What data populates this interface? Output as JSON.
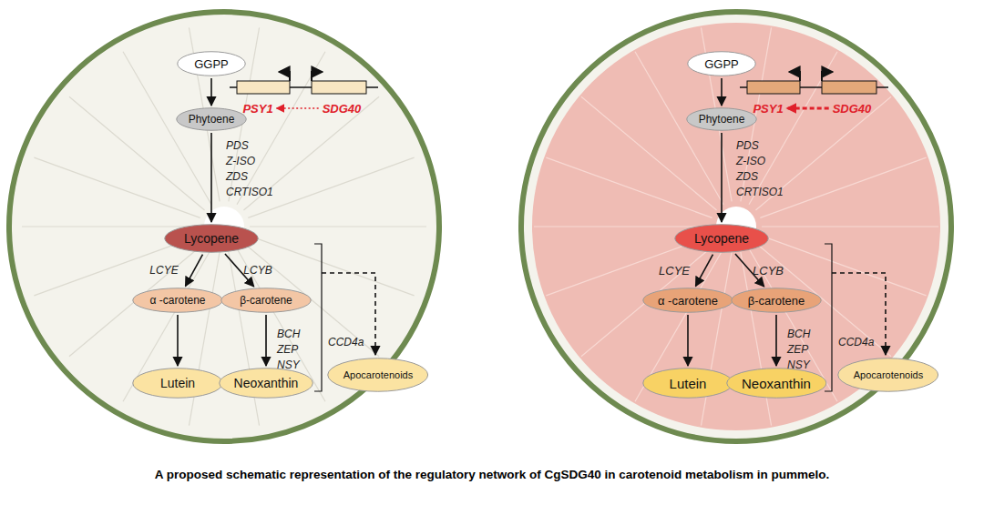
{
  "diagram": {
    "caption": "A proposed schematic representation of the regulatory network of CgSDG40 in carotenoid metabolism in pummelo.",
    "nodes": [
      {
        "text": [
          "GGPP"
        ]
      },
      {
        "text": [
          "PSY1"
        ]
      },
      {
        "text": [
          "SDG40"
        ]
      },
      {
        "text": [
          "Phytoene"
        ]
      },
      {
        "text": [
          "Lycopene"
        ]
      },
      {
        "text": [
          "α -carotene"
        ]
      },
      {
        "text": [
          "β-carotene"
        ]
      },
      {
        "text": [
          "Lutein"
        ]
      },
      {
        "text": [
          "Neoxanthin"
        ]
      },
      {
        "text": [
          "Apocarotenoids"
        ]
      },
      {
        "text": [
          "GGPP"
        ]
      },
      {
        "text": [
          "PSY1"
        ]
      },
      {
        "text": [
          "SDG40"
        ]
      },
      {
        "text": [
          "Phytoene"
        ]
      },
      {
        "text": [
          "Lycopene"
        ]
      },
      {
        "text": [
          "α -carotene"
        ]
      },
      {
        "text": [
          "β-carotene"
        ]
      },
      {
        "text": [
          "Lutein"
        ]
      },
      {
        "text": [
          "Neoxanthin"
        ]
      },
      {
        "text": [
          "Apocarotenoids"
        ]
      }
    ],
    "edges": [
      {
        "from": 2,
        "to": 1,
        "arrow": "to"
      },
      {
        "from": 0,
        "to": 3,
        "arrow": "to"
      },
      {
        "from": 3,
        "to": 4,
        "arrow": "to"
      },
      {
        "from": 4,
        "to": 5,
        "arrow": "to"
      },
      {
        "from": 4,
        "to": 6,
        "arrow": "to"
      },
      {
        "from": 5,
        "to": 7,
        "arrow": "to"
      },
      {
        "from": 6,
        "to": 8,
        "arrow": "to"
      },
      {
        "from": 12,
        "to": 11,
        "arrow": "to"
      },
      {
        "from": 10,
        "to": 13,
        "arrow": "to"
      },
      {
        "from": 13,
        "to": 14,
        "arrow": "to"
      },
      {
        "from": 14,
        "to": 15,
        "arrow": "to"
      },
      {
        "from": 14,
        "to": 16,
        "arrow": "to"
      },
      {
        "from": 15,
        "to": 17,
        "arrow": "to"
      },
      {
        "from": 16,
        "to": 18,
        "arrow": "to"
      }
    ],
    "labels": [
      "PDS",
      "Z-ISO",
      "ZDS",
      "CRTISO1",
      "LCYE",
      "LCYB",
      "BCH",
      "ZEP",
      "NSY",
      "CCD4a",
      "PDS",
      "Z-ISO",
      "ZDS",
      "CRTISO1",
      "LCYE",
      "LCYB",
      "BCH",
      "ZEP",
      "NSY",
      "CCD4a"
    ]
  }
}
